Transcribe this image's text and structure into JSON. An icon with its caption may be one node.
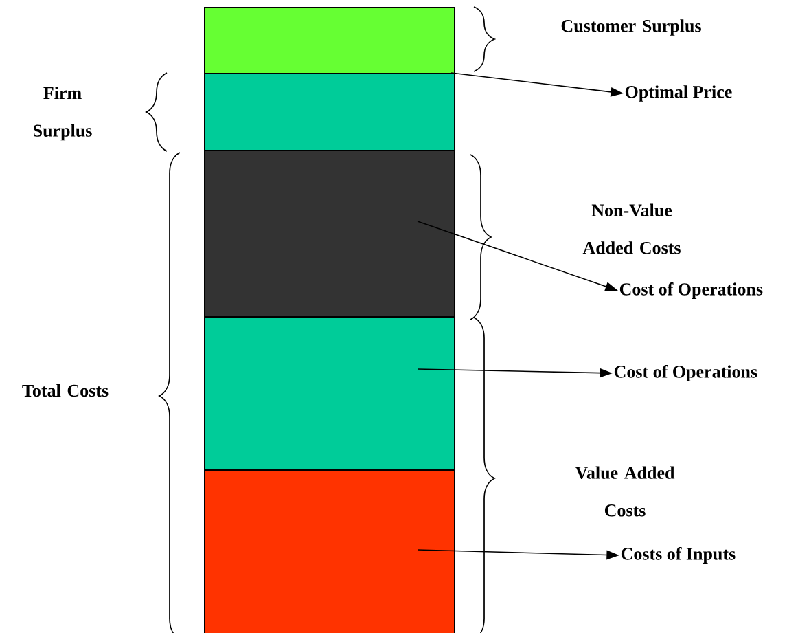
{
  "diagram": {
    "nodes": [
      {
        "text": [],
        "shape": "box"
      },
      {
        "text": [],
        "shape": "box"
      },
      {
        "text": [],
        "shape": "box"
      },
      {
        "text": [],
        "shape": "box"
      },
      {
        "text": [],
        "shape": "box"
      },
      {
        "text": [
          "Optimal Price"
        ]
      },
      {
        "text": [
          "Cost of Operations"
        ]
      },
      {
        "text": [
          "Cost of Operations"
        ]
      },
      {
        "text": [
          "Costs of Inputs"
        ]
      }
    ],
    "edges": [
      {
        "from": 0,
        "to": 5,
        "arrow": "to"
      },
      {
        "from": 2,
        "to": 6,
        "arrow": "to"
      },
      {
        "from": 3,
        "to": 7,
        "arrow": "to"
      },
      {
        "from": 4,
        "to": 8,
        "arrow": "to"
      }
    ],
    "labels": [
      "Customer Surplus",
      "Firm Surplus",
      "Non-Value Added Costs",
      "Total Costs",
      "Value Added Costs"
    ]
  }
}
